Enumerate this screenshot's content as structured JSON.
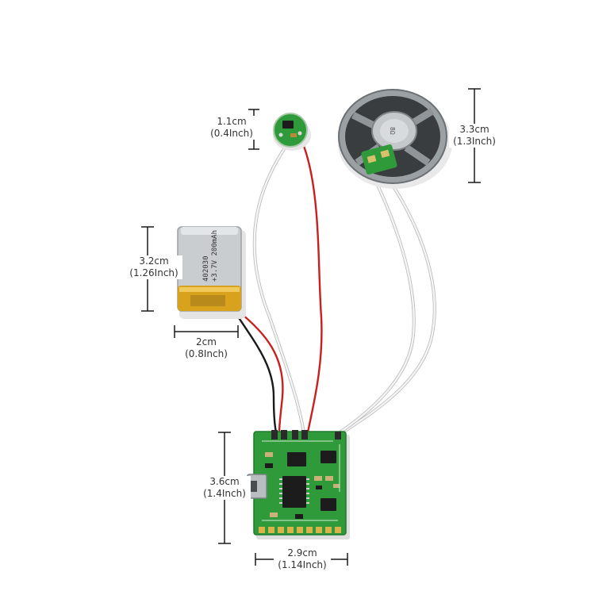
{
  "dimensions": {
    "mic": {
      "metric": "1.1cm",
      "imperial": "(0.4Inch)"
    },
    "speaker": {
      "metric": "3.3cm",
      "imperial": "(1.3Inch)"
    },
    "battery_height": {
      "metric": "3.2cm",
      "imperial": "(1.26Inch)"
    },
    "battery_width": {
      "metric": "2cm",
      "imperial": "(0.8Inch)"
    },
    "board_height": {
      "metric": "3.6cm",
      "imperial": "(1.4Inch)"
    },
    "board_width": {
      "metric": "2.9cm",
      "imperial": "(1.14Inch)"
    }
  },
  "battery": {
    "label_line1": "402030",
    "label_line2": "+3.7V 200mAh"
  },
  "colors": {
    "background": "#ffffff",
    "pcb_green": "#2f9a3a",
    "battery_gold": "#d9a21c",
    "battery_silver": "#c9cdd0",
    "wire_red": "#c8201e",
    "wire_black": "#1a1a1a",
    "wire_white": "#e8e8e8",
    "dimension_line": "#1a1a1a"
  }
}
